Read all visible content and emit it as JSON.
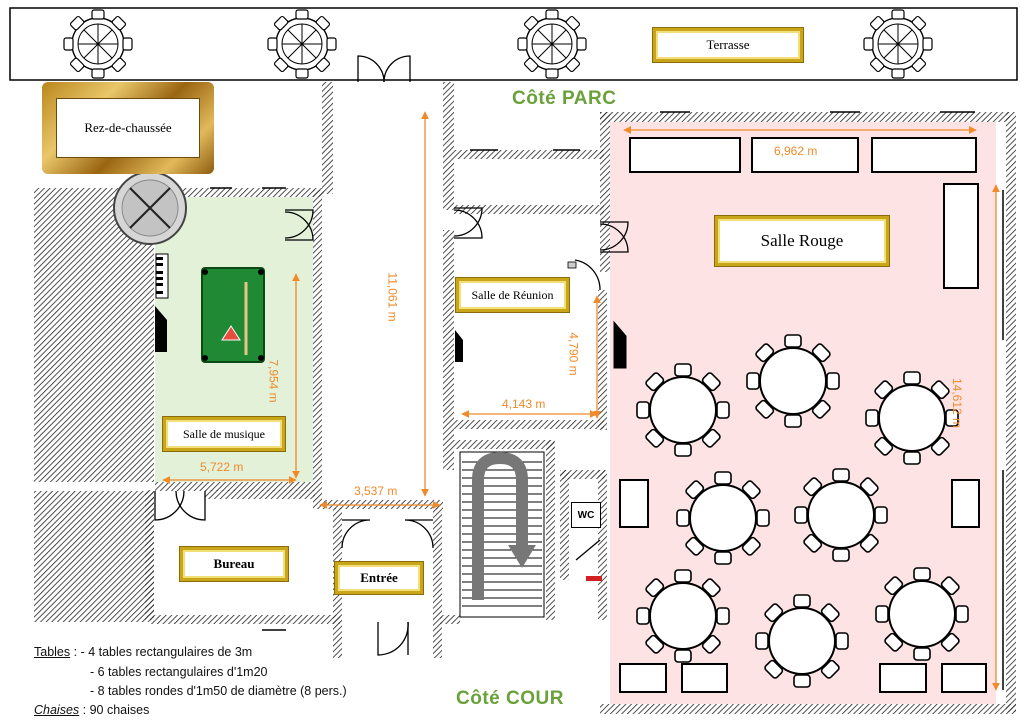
{
  "rooms": {
    "terrasse": "Terrasse",
    "rez_de_chaussee": "Rez-de-chaussée",
    "salle_rouge": "Salle Rouge",
    "salle_reunion": "Salle de Réunion",
    "salle_musique": "Salle de musique",
    "bureau": "Bureau",
    "entree": "Entrée",
    "wc": "WC"
  },
  "sides": {
    "parc": "Côté PARC",
    "cour": "Côté COUR"
  },
  "dimensions": {
    "rouge_width": "6,962 m",
    "rouge_length": "14,612 m",
    "corridor_length": "11,061 m",
    "corridor_width": "3,537 m",
    "musique_length": "7,954 m",
    "musique_width": "5,722 m",
    "reunion_height": "4,790 m",
    "reunion_width": "4,143 m"
  },
  "legend": {
    "tables_label": "Tables",
    "tables_sep": " : ",
    "tables_line1": "- 4 tables rectangulaires de 3m",
    "tables_line2": "- 6 tables rectangulaires d'1m20",
    "tables_line3": "- 8 tables rondes d'1m50 de diamètre (8 pers.)",
    "chairs_label": "Chaises",
    "chairs_value": " : 90 chaises"
  },
  "colors": {
    "salle_rouge_fill": "#fde3e3",
    "salle_musique_fill": "#e2f1d8",
    "dimension_color": "#f08a2a",
    "side_label_color": "#6aa13a",
    "label_frame_gold": "#c9a51a"
  }
}
